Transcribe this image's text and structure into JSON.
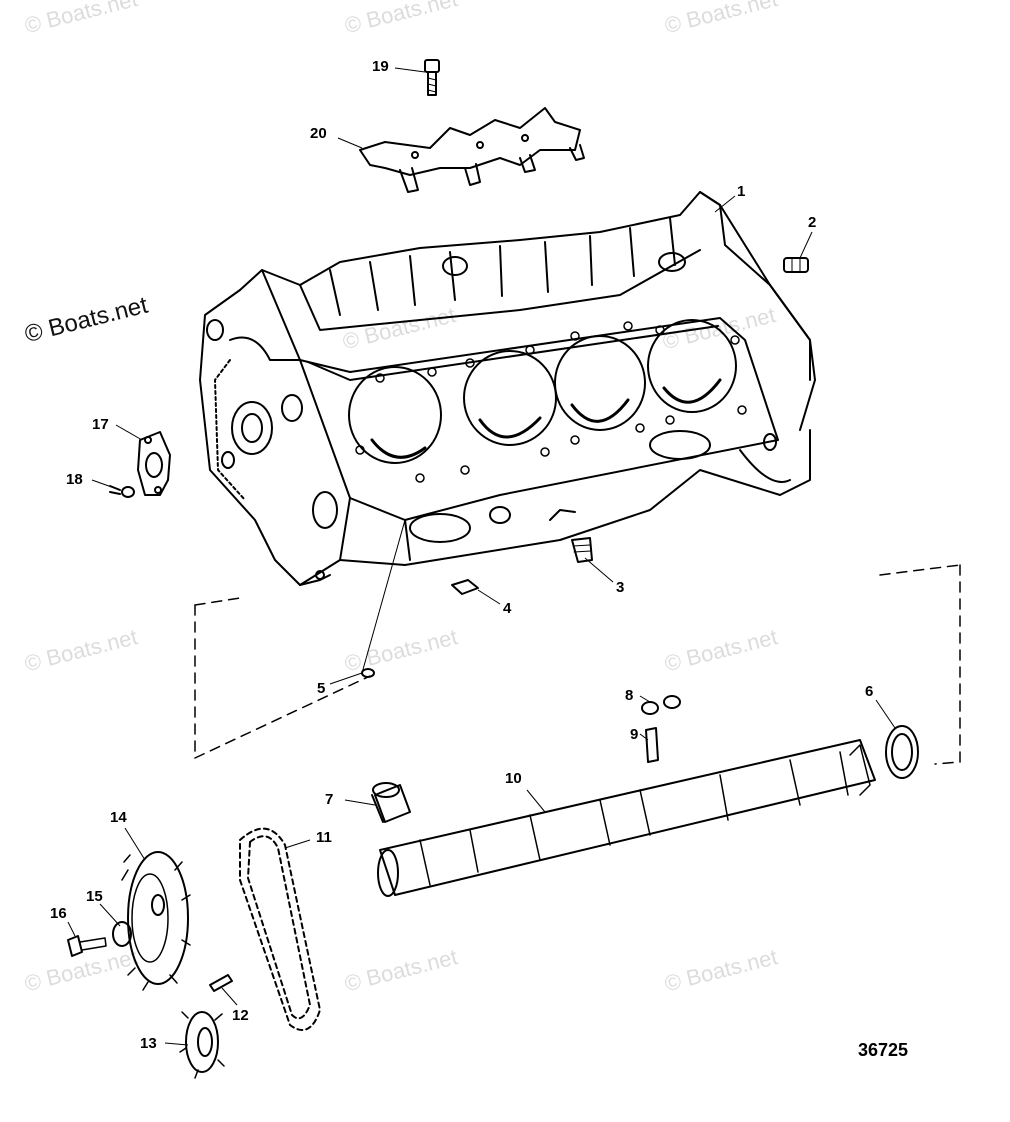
{
  "diagram": {
    "drawing_number": "36725",
    "watermark": "© Boats.net",
    "callouts": [
      "1",
      "2",
      "3",
      "4",
      "5",
      "6",
      "7",
      "8",
      "9",
      "10",
      "11",
      "12",
      "13",
      "14",
      "15",
      "16",
      "17",
      "18",
      "19",
      "20"
    ]
  }
}
